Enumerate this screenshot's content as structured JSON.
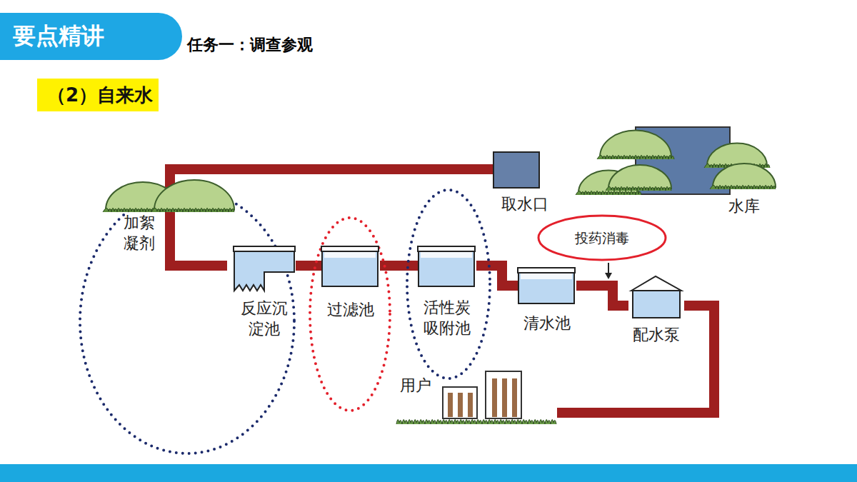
{
  "diagram": {
    "title": "（2）自来水",
    "nodes": [
      {
        "text": [
          "取水口"
        ]
      },
      {
        "text": [
          "水库"
        ]
      },
      {
        "text": [
          "加絮凝剂"
        ]
      },
      {
        "text": [
          "投药消毒"
        ]
      },
      {
        "text": [
          "反应沉淀池"
        ]
      },
      {
        "text": [
          "过滤池"
        ]
      },
      {
        "text": [
          "活性炭吸附池"
        ]
      },
      {
        "text": [
          "清水池"
        ]
      },
      {
        "text": [
          "配水泵"
        ]
      },
      {
        "text": [
          "用户"
        ]
      }
    ],
    "edges": [
      {
        "from": 0,
        "to": 4,
        "arrow": "none"
      },
      {
        "from": 4,
        "to": 5,
        "arrow": "none"
      },
      {
        "from": 5,
        "to": 6,
        "arrow": "none"
      },
      {
        "from": 6,
        "to": 7,
        "arrow": "none"
      },
      {
        "from": 7,
        "to": 8,
        "arrow": "none"
      },
      {
        "from": 8,
        "to": 9,
        "arrow": "none"
      }
    ],
    "labels": [
      "要点精讲",
      "任务一：调查参观"
    ]
  }
}
